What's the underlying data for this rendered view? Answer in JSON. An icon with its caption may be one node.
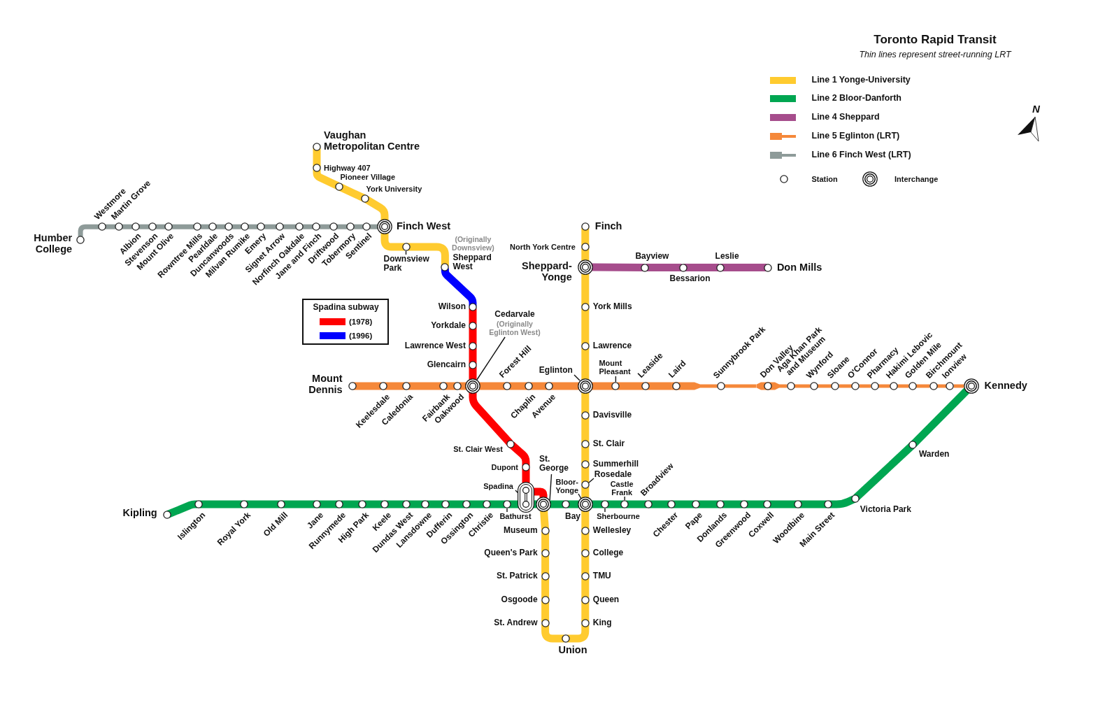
{
  "diagram": {
    "title": "Toronto Rapid Transit",
    "nodes": [
      {
        "text": [
          "Vaughan Metropolitan Centre"
        ]
      },
      {
        "text": [
          "Highway 407"
        ]
      },
      {
        "text": [
          "Pioneer Village"
        ]
      },
      {
        "text": [
          "York University"
        ]
      },
      {
        "text": [
          "Finch West"
        ]
      },
      {
        "text": [
          "Downsview Park"
        ]
      },
      {
        "text": [
          "Sheppard West"
        ],
        "beside": [
          "(Originally Downsview)"
        ]
      },
      {
        "text": [
          "Wilson"
        ]
      },
      {
        "text": [
          "Yorkdale"
        ]
      },
      {
        "text": [
          "Lawrence West"
        ]
      },
      {
        "text": [
          "Glencairn"
        ]
      },
      {
        "text": [
          "Cedarvale"
        ],
        "beside": [
          "(Originally Eglinton West)"
        ]
      },
      {
        "text": [
          "St. Clair West"
        ]
      },
      {
        "text": [
          "Dupont"
        ]
      },
      {
        "text": [
          "Spadina"
        ]
      },
      {
        "text": [
          "St. George"
        ]
      },
      {
        "text": [
          "Museum"
        ]
      },
      {
        "text": [
          "Queen's Park"
        ]
      },
      {
        "text": [
          "St. Patrick"
        ]
      },
      {
        "text": [
          "Osgoode"
        ]
      },
      {
        "text": [
          "St. Andrew"
        ]
      },
      {
        "text": [
          "Union"
        ]
      },
      {
        "text": [
          "King"
        ]
      },
      {
        "text": [
          "Queen"
        ]
      },
      {
        "text": [
          "TMU"
        ]
      },
      {
        "text": [
          "College"
        ]
      },
      {
        "text": [
          "Wellesley"
        ]
      },
      {
        "text": [
          "Bloor-Yonge"
        ]
      },
      {
        "text": [
          "Rosedale"
        ]
      },
      {
        "text": [
          "Summerhill"
        ]
      },
      {
        "text": [
          "St. Clair"
        ]
      },
      {
        "text": [
          "Davisville"
        ]
      },
      {
        "text": [
          "Eglinton"
        ]
      },
      {
        "text": [
          "Lawrence"
        ]
      },
      {
        "text": [
          "York Mills"
        ]
      },
      {
        "text": [
          "Sheppard-Yonge"
        ]
      },
      {
        "text": [
          "North York Centre"
        ]
      },
      {
        "text": [
          "Finch"
        ]
      },
      {
        "text": [
          "Kipling"
        ]
      },
      {
        "text": [
          "Islington"
        ]
      },
      {
        "text": [
          "Royal York"
        ]
      },
      {
        "text": [
          "Old Mill"
        ]
      },
      {
        "text": [
          "Jane"
        ]
      },
      {
        "text": [
          "Runnymede"
        ]
      },
      {
        "text": [
          "High Park"
        ]
      },
      {
        "text": [
          "Keele"
        ]
      },
      {
        "text": [
          "Dundas West"
        ]
      },
      {
        "text": [
          "Lansdowne"
        ]
      },
      {
        "text": [
          "Dufferin"
        ]
      },
      {
        "text": [
          "Ossington"
        ]
      },
      {
        "text": [
          "Christie"
        ]
      },
      {
        "text": [
          "Bathurst"
        ]
      },
      {
        "text": [
          "Bay"
        ]
      },
      {
        "text": [
          "Sherbourne"
        ]
      },
      {
        "text": [
          "Castle Frank"
        ]
      },
      {
        "text": [
          "Broadview"
        ]
      },
      {
        "text": [
          "Chester"
        ]
      },
      {
        "text": [
          "Pape"
        ]
      },
      {
        "text": [
          "Donlands"
        ]
      },
      {
        "text": [
          "Greenwood"
        ]
      },
      {
        "text": [
          "Coxwell"
        ]
      },
      {
        "text": [
          "Woodbine"
        ]
      },
      {
        "text": [
          "Main Street"
        ]
      },
      {
        "text": [
          "Victoria Park"
        ]
      },
      {
        "text": [
          "Warden"
        ]
      },
      {
        "text": [
          "Kennedy"
        ]
      },
      {
        "text": [
          "Bayview"
        ]
      },
      {
        "text": [
          "Bessarion"
        ]
      },
      {
        "text": [
          "Leslie"
        ]
      },
      {
        "text": [
          "Don Mills"
        ]
      },
      {
        "text": [
          "Mount Dennis"
        ]
      },
      {
        "text": [
          "Keelesdale"
        ]
      },
      {
        "text": [
          "Caledonia"
        ]
      },
      {
        "text": [
          "Fairbank"
        ]
      },
      {
        "text": [
          "Oakwood"
        ]
      },
      {
        "text": [
          "Forest Hill"
        ]
      },
      {
        "text": [
          "Chaplin"
        ]
      },
      {
        "text": [
          "Avenue"
        ]
      },
      {
        "text": [
          "Mount Pleasant"
        ]
      },
      {
        "text": [
          "Leaside"
        ]
      },
      {
        "text": [
          "Laird"
        ]
      },
      {
        "text": [
          "Sunnybrook Park"
        ]
      },
      {
        "text": [
          "Don Valley"
        ]
      },
      {
        "text": [
          "Aga Khan Park and Museum"
        ]
      },
      {
        "text": [
          "Wynford"
        ]
      },
      {
        "text": [
          "Sloane"
        ]
      },
      {
        "text": [
          "O'Connor"
        ]
      },
      {
        "text": [
          "Pharmacy"
        ]
      },
      {
        "text": [
          "Hakimi Lebovic"
        ]
      },
      {
        "text": [
          "Golden Mile"
        ]
      },
      {
        "text": [
          "Birchmount"
        ]
      },
      {
        "text": [
          "Ionview"
        ]
      },
      {
        "text": [
          "Humber College"
        ]
      },
      {
        "text": [
          "Westmore"
        ]
      },
      {
        "text": [
          "Martin Grove"
        ]
      },
      {
        "text": [
          "Albion"
        ]
      },
      {
        "text": [
          "Stevenson"
        ]
      },
      {
        "text": [
          "Mount Olive"
        ]
      },
      {
        "text": [
          "Rowntree Mills"
        ]
      },
      {
        "text": [
          "Pearldale"
        ]
      },
      {
        "text": [
          "Duncanwoods"
        ]
      },
      {
        "text": [
          "Milvan Rumike"
        ]
      },
      {
        "text": [
          "Emery"
        ]
      },
      {
        "text": [
          "Signet Arrow"
        ]
      },
      {
        "text": [
          "Norfinch Oakdale"
        ]
      },
      {
        "text": [
          "Jane and Finch"
        ]
      },
      {
        "text": [
          "Driftwood"
        ]
      },
      {
        "text": [
          "Tobermory"
        ]
      },
      {
        "text": [
          "Sentinel"
        ]
      },
      {
        "text": [],
        "shape": "circle"
      },
      {
        "text": [],
        "shape": "circle"
      }
    ],
    "edges": [
      {
        "from": 0,
        "to": 1,
        "arrow": "none",
        "color": "#ffcb2f"
      },
      {
        "from": 1,
        "to": 2,
        "arrow": "none",
        "color": "#ffcb2f"
      },
      {
        "from": 2,
        "to": 3,
        "arrow": "none",
        "color": "#ffcb2f"
      },
      {
        "from": 3,
        "to": 4,
        "arrow": "none",
        "color": "#ffcb2f"
      },
      {
        "from": 4,
        "to": 5,
        "arrow": "none",
        "color": "#ffcb2f"
      },
      {
        "from": 5,
        "to": 6,
        "arrow": "none",
        "color": "#ffcb2f"
      },
      {
        "from": 6,
        "to": 7,
        "arrow": "none",
        "color": "#0000ff"
      },
      {
        "from": 7,
        "to": 8,
        "arrow": "none",
        "color": "#ff0000"
      },
      {
        "from": 8,
        "to": 9,
        "arrow": "none",
        "color": "#ff0000"
      },
      {
        "from": 9,
        "to": 10,
        "arrow": "none",
        "color": "#ff0000"
      },
      {
        "from": 10,
        "to": 109,
        "arrow": "none",
        "color": "#ff0000"
      },
      {
        "from": 109,
        "to": 12,
        "arrow": "none",
        "color": "#ff0000"
      },
      {
        "from": 12,
        "to": 13,
        "arrow": "none",
        "color": "#ff0000"
      },
      {
        "from": 13,
        "to": 14,
        "arrow": "none",
        "color": "#ff0000"
      },
      {
        "from": 14,
        "to": 110,
        "arrow": "none",
        "color": "#ff0000"
      },
      {
        "from": 110,
        "to": 16,
        "arrow": "none",
        "color": "#ffcb2f"
      },
      {
        "from": 16,
        "to": 17,
        "arrow": "none",
        "color": "#ffcb2f"
      },
      {
        "from": 17,
        "to": 18,
        "arrow": "none",
        "color": "#ffcb2f"
      },
      {
        "from": 18,
        "to": 19,
        "arrow": "none",
        "color": "#ffcb2f"
      },
      {
        "from": 19,
        "to": 20,
        "arrow": "none",
        "color": "#ffcb2f"
      },
      {
        "from": 20,
        "to": 21,
        "arrow": "none",
        "color": "#ffcb2f"
      },
      {
        "from": 21,
        "to": 22,
        "arrow": "none",
        "color": "#ffcb2f"
      },
      {
        "from": 22,
        "to": 23,
        "arrow": "none",
        "color": "#ffcb2f"
      },
      {
        "from": 23,
        "to": 24,
        "arrow": "none",
        "color": "#ffcb2f"
      },
      {
        "from": 24,
        "to": 25,
        "arrow": "none",
        "color": "#ffcb2f"
      },
      {
        "from": 25,
        "to": 26,
        "arrow": "none",
        "color": "#ffcb2f"
      },
      {
        "from": 26,
        "to": 27,
        "arrow": "none",
        "color": "#ffcb2f"
      },
      {
        "from": 27,
        "to": 28,
        "arrow": "none",
        "color": "#ffcb2f"
      },
      {
        "from": 28,
        "to": 29,
        "arrow": "none",
        "color": "#ffcb2f"
      },
      {
        "from": 29,
        "to": 30,
        "arrow": "none",
        "color": "#ffcb2f"
      },
      {
        "from": 30,
        "to": 31,
        "arrow": "none",
        "color": "#ffcb2f"
      },
      {
        "from": 31,
        "to": 32,
        "arrow": "none",
        "color": "#ffcb2f"
      },
      {
        "from": 32,
        "to": 33,
        "arrow": "none",
        "color": "#ffcb2f"
      },
      {
        "from": 33,
        "to": 34,
        "arrow": "none",
        "color": "#ffcb2f"
      },
      {
        "from": 34,
        "to": 35,
        "arrow": "none",
        "color": "#ffcb2f"
      },
      {
        "from": 35,
        "to": 36,
        "arrow": "none",
        "color": "#ffcb2f"
      },
      {
        "from": 36,
        "to": 37,
        "arrow": "none",
        "color": "#ffcb2f"
      },
      {
        "from": 38,
        "to": 39,
        "arrow": "none",
        "color": "#00a651"
      },
      {
        "from": 39,
        "to": 40,
        "arrow": "none",
        "color": "#00a651"
      },
      {
        "from": 40,
        "to": 41,
        "arrow": "none",
        "color": "#00a651"
      },
      {
        "from": 41,
        "to": 42,
        "arrow": "none",
        "color": "#00a651"
      },
      {
        "from": 42,
        "to": 43,
        "arrow": "none",
        "color": "#00a651"
      },
      {
        "from": 43,
        "to": 44,
        "arrow": "none",
        "color": "#00a651"
      },
      {
        "from": 44,
        "to": 45,
        "arrow": "none",
        "color": "#00a651"
      },
      {
        "from": 45,
        "to": 46,
        "arrow": "none",
        "color": "#00a651"
      },
      {
        "from": 46,
        "to": 47,
        "arrow": "none",
        "color": "#00a651"
      },
      {
        "from": 47,
        "to": 48,
        "arrow": "none",
        "color": "#00a651"
      },
      {
        "from": 48,
        "to": 49,
        "arrow": "none",
        "color": "#00a651"
      },
      {
        "from": 49,
        "to": 50,
        "arrow": "none",
        "color": "#00a651"
      },
      {
        "from": 50,
        "to": 51,
        "arrow": "none",
        "color": "#00a651"
      },
      {
        "from": 51,
        "to": 14,
        "arrow": "none",
        "color": "#00a651"
      },
      {
        "from": 14,
        "to": 110,
        "arrow": "none",
        "color": "#00a651"
      },
      {
        "from": 110,
        "to": 52,
        "arrow": "none",
        "color": "#00a651"
      },
      {
        "from": 52,
        "to": 27,
        "arrow": "none",
        "color": "#00a651"
      },
      {
        "from": 27,
        "to": 53,
        "arrow": "none",
        "color": "#00a651"
      },
      {
        "from": 53,
        "to": 54,
        "arrow": "none",
        "color": "#00a651"
      },
      {
        "from": 54,
        "to": 55,
        "arrow": "none",
        "color": "#00a651"
      },
      {
        "from": 55,
        "to": 56,
        "arrow": "none",
        "color": "#00a651"
      },
      {
        "from": 56,
        "to": 57,
        "arrow": "none",
        "color": "#00a651"
      },
      {
        "from": 57,
        "to": 58,
        "arrow": "none",
        "color": "#00a651"
      },
      {
        "from": 58,
        "to": 59,
        "arrow": "none",
        "color": "#00a651"
      },
      {
        "from": 59,
        "to": 60,
        "arrow": "none",
        "color": "#00a651"
      },
      {
        "from": 60,
        "to": 61,
        "arrow": "none",
        "color": "#00a651"
      },
      {
        "from": 61,
        "to": 62,
        "arrow": "none",
        "color": "#00a651"
      },
      {
        "from": 62,
        "to": 63,
        "arrow": "none",
        "color": "#00a651"
      },
      {
        "from": 63,
        "to": 64,
        "arrow": "none",
        "color": "#00a651"
      },
      {
        "from": 64,
        "to": 65,
        "arrow": "none",
        "color": "#00a651"
      },
      {
        "from": 35,
        "to": 66,
        "arrow": "none",
        "color": "#a64d8c"
      },
      {
        "from": 66,
        "to": 67,
        "arrow": "none",
        "color": "#a64d8c"
      },
      {
        "from": 67,
        "to": 68,
        "arrow": "none",
        "color": "#a64d8c"
      },
      {
        "from": 68,
        "to": 69,
        "arrow": "none",
        "color": "#a64d8c"
      },
      {
        "from": 70,
        "to": 71,
        "arrow": "none",
        "color": "#f5883a"
      },
      {
        "from": 71,
        "to": 72,
        "arrow": "none",
        "color": "#f5883a"
      },
      {
        "from": 72,
        "to": 73,
        "arrow": "none",
        "color": "#f5883a"
      },
      {
        "from": 73,
        "to": 74,
        "arrow": "none",
        "color": "#f5883a"
      },
      {
        "from": 74,
        "to": 109,
        "arrow": "none",
        "color": "#f5883a"
      },
      {
        "from": 109,
        "to": 75,
        "arrow": "none",
        "color": "#f5883a"
      },
      {
        "from": 75,
        "to": 76,
        "arrow": "none",
        "color": "#f5883a"
      },
      {
        "from": 76,
        "to": 77,
        "arrow": "none",
        "color": "#f5883a"
      },
      {
        "from": 77,
        "to": 32,
        "arrow": "none",
        "color": "#f5883a"
      },
      {
        "from": 32,
        "to": 78,
        "arrow": "none",
        "color": "#f5883a"
      },
      {
        "from": 78,
        "to": 79,
        "arrow": "none",
        "color": "#f5883a"
      },
      {
        "from": 79,
        "to": 80,
        "arrow": "none",
        "color": "#f5883a"
      },
      {
        "from": 80,
        "to": 81,
        "arrow": "none",
        "color": "#f5883a"
      },
      {
        "from": 81,
        "to": 82,
        "arrow": "none",
        "color": "#f5883a"
      },
      {
        "from": 82,
        "to": 83,
        "arrow": "none",
        "color": "#f5883a"
      },
      {
        "from": 83,
        "to": 84,
        "arrow": "none",
        "color": "#f5883a"
      },
      {
        "from": 84,
        "to": 85,
        "arrow": "none",
        "color": "#f5883a"
      },
      {
        "from": 85,
        "to": 86,
        "arrow": "none",
        "color": "#f5883a"
      },
      {
        "from": 86,
        "to": 87,
        "arrow": "none",
        "color": "#f5883a"
      },
      {
        "from": 87,
        "to": 88,
        "arrow": "none",
        "color": "#f5883a"
      },
      {
        "from": 88,
        "to": 89,
        "arrow": "none",
        "color": "#f5883a"
      },
      {
        "from": 89,
        "to": 90,
        "arrow": "none",
        "color": "#f5883a"
      },
      {
        "from": 90,
        "to": 91,
        "arrow": "none",
        "color": "#f5883a"
      },
      {
        "from": 91,
        "to": 65,
        "arrow": "none",
        "color": "#f5883a"
      },
      {
        "from": 92,
        "to": 93,
        "arrow": "none",
        "color": "#8e9b99"
      },
      {
        "from": 93,
        "to": 94,
        "arrow": "none",
        "color": "#8e9b99"
      },
      {
        "from": 94,
        "to": 95,
        "arrow": "none",
        "color": "#8e9b99"
      },
      {
        "from": 95,
        "to": 96,
        "arrow": "none",
        "color": "#8e9b99"
      },
      {
        "from": 96,
        "to": 97,
        "arrow": "none",
        "color": "#8e9b99"
      },
      {
        "from": 97,
        "to": 98,
        "arrow": "none",
        "color": "#8e9b99"
      },
      {
        "from": 98,
        "to": 99,
        "arrow": "none",
        "color": "#8e9b99"
      },
      {
        "from": 99,
        "to": 100,
        "arrow": "none",
        "color": "#8e9b99"
      },
      {
        "from": 100,
        "to": 101,
        "arrow": "none",
        "color": "#8e9b99"
      },
      {
        "from": 101,
        "to": 102,
        "arrow": "none",
        "color": "#8e9b99"
      },
      {
        "from": 102,
        "to": 103,
        "arrow": "none",
        "color": "#8e9b99"
      },
      {
        "from": 103,
        "to": 104,
        "arrow": "none",
        "color": "#8e9b99"
      },
      {
        "from": 104,
        "to": 105,
        "arrow": "none",
        "color": "#8e9b99"
      },
      {
        "from": 105,
        "to": 106,
        "arrow": "none",
        "color": "#8e9b99"
      },
      {
        "from": 106,
        "to": 107,
        "arrow": "none",
        "color": "#8e9b99"
      },
      {
        "from": 107,
        "to": 108,
        "arrow": "none",
        "color": "#8e9b99"
      },
      {
        "from": 108,
        "to": 4,
        "arrow": "none",
        "color": "#8e9b99"
      },
      {
        "from": 11,
        "to": 109,
        "arrow": "none",
        "color": "#111111"
      },
      {
        "from": 15,
        "to": 110,
        "arrow": "none",
        "color": "#111111"
      }
    ],
    "labels": [
      "Thin lines represent street-running LRT",
      "N",
      "Spadina subway"
    ],
    "legend": [
      {
        "text": "Line 1 Yonge-University",
        "color": "#ffcb2f"
      },
      {
        "text": "Line 2 Bloor-Danforth",
        "color": "#00a651"
      },
      {
        "text": "Line 4 Sheppard",
        "color": "#a64d8c"
      },
      {
        "text": "Line 5 Eglinton (LRT)",
        "color": "#f5883a"
      },
      {
        "text": "Line 6 Finch West (LRT)",
        "color": "#8e9b99"
      },
      {
        "text": "Station"
      },
      {
        "text": "Interchange"
      },
      {
        "text": "(1978)",
        "color": "#ff0000"
      },
      {
        "text": "(1996)",
        "color": "#0000ff"
      }
    ]
  }
}
